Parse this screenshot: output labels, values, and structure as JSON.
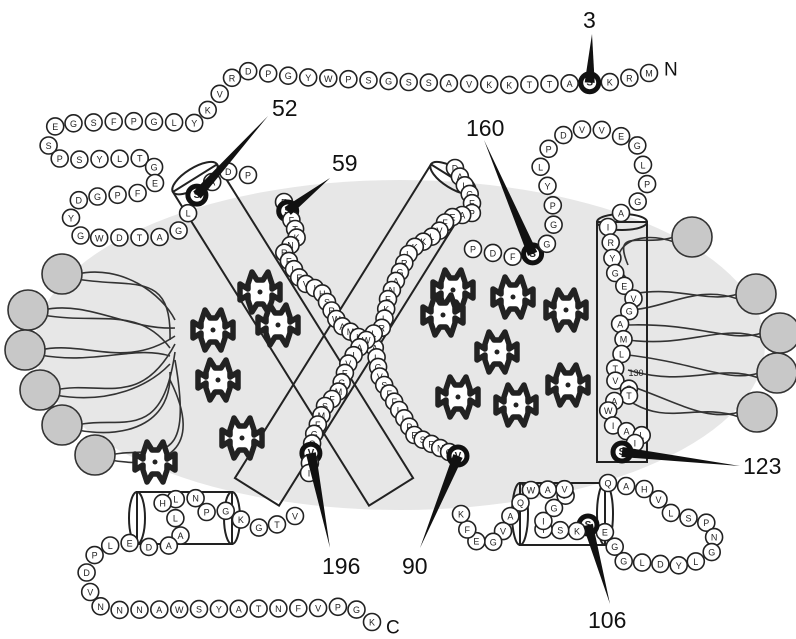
{
  "colors": {
    "membrane": "#e7e7e7",
    "lipid_head": "#c8c8c8",
    "outline": "#222222"
  },
  "termini": {
    "n_label": "N",
    "c_label": "C"
  },
  "position_label": "130",
  "markers": [
    {
      "label": "3"
    },
    {
      "label": "52"
    },
    {
      "label": "59"
    },
    {
      "label": "160"
    },
    {
      "label": "123"
    },
    {
      "label": "196"
    },
    {
      "label": "90"
    },
    {
      "label": "106"
    }
  ],
  "segments": [
    {
      "name": "n-terminal-segment",
      "residues": [
        "M",
        "R",
        "K",
        "S",
        "A",
        "T",
        "T",
        "K",
        "K",
        "V",
        "A",
        "S",
        "S",
        "G",
        "S",
        "P",
        "W",
        "Y",
        "G",
        "P",
        "D",
        "R",
        "V",
        "K",
        "Y",
        "L",
        "G",
        "P",
        "F",
        "S",
        "G",
        "E",
        "S",
        "P",
        "S",
        "Y",
        "L",
        "T",
        "G",
        "E",
        "F",
        "P",
        "G",
        "D",
        "Y",
        "G",
        "W",
        "D",
        "T",
        "A",
        "G",
        "L",
        "S",
        "A",
        "D",
        "P"
      ]
    },
    {
      "name": "helix-a-segment",
      "residues": [
        "E",
        "S",
        "F",
        "T",
        "K",
        "N",
        "R",
        "E",
        "L",
        "E",
        "V",
        "I",
        "H",
        "S",
        "R",
        "W",
        "A",
        "M",
        "L",
        "G",
        "A",
        "L",
        "G",
        "V",
        "S",
        "F",
        "F",
        "L",
        "L",
        "P",
        "E",
        "S",
        "R",
        "N",
        "G",
        "V"
      ]
    },
    {
      "name": "helix-b-segment",
      "residues": [
        "D",
        "A",
        "L",
        "G",
        "E",
        "P",
        "A",
        "E",
        "F",
        "V",
        "L",
        "K",
        "K",
        "L",
        "R",
        "G",
        "A",
        "N",
        "E",
        "K",
        "L",
        "R",
        "L",
        "W",
        "A",
        "I",
        "V",
        "E",
        "G",
        "M",
        "F",
        "S",
        "M",
        "F",
        "G",
        "Q",
        "V",
        "A",
        "I"
      ]
    },
    {
      "name": "loop-160-segment",
      "residues": [
        "P",
        "D",
        "F",
        "S",
        "G",
        "G",
        "P",
        "Y",
        "L",
        "P",
        "D",
        "V",
        "V",
        "E",
        "G",
        "L",
        "P",
        "G",
        "A"
      ]
    },
    {
      "name": "helix-d-segment",
      "residues": [
        "I",
        "R",
        "Y",
        "G",
        "E",
        "V",
        "G",
        "A",
        "M",
        "L",
        "T",
        "V",
        "Q",
        "T",
        "A",
        "W",
        "I",
        "A",
        "L",
        "I",
        "S"
      ]
    },
    {
      "name": "loop-106-segment",
      "residues": [
        "Q",
        "A",
        "H",
        "V",
        "L",
        "S",
        "P",
        "N",
        "G",
        "L",
        "Y",
        "D",
        "L",
        "G",
        "G",
        "E",
        "S"
      ]
    },
    {
      "name": "helix-e-segment",
      "residues": [
        "K",
        "S",
        "T",
        "I",
        "G",
        "F",
        "V",
        "A",
        "W",
        "Q",
        "A",
        "V",
        "G",
        "E",
        "F",
        "K"
      ]
    },
    {
      "name": "c-terminal-segment",
      "residues": [
        "V",
        "T",
        "G",
        "K",
        "G",
        "P",
        "N",
        "L",
        "H",
        "L",
        "A",
        "A",
        "D",
        "E",
        "L",
        "P",
        "D",
        "V",
        "N",
        "N",
        "N",
        "A",
        "W",
        "S",
        "Y",
        "A",
        "T",
        "N",
        "F",
        "V",
        "P",
        "G",
        "K"
      ]
    }
  ]
}
